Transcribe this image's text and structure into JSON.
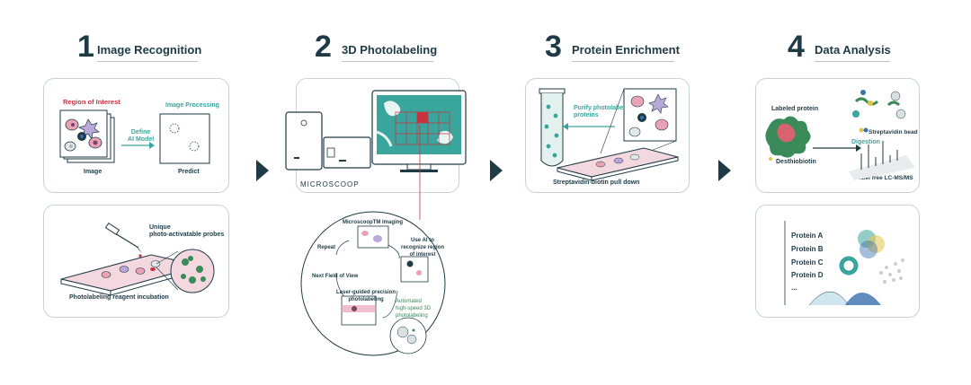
{
  "steps": [
    {
      "number": "1",
      "title": "Image Recognition"
    },
    {
      "number": "2",
      "title": "3D Photolabeling"
    },
    {
      "number": "3",
      "title": "Protein Enrichment"
    },
    {
      "number": "4",
      "title": "Data Analysis"
    }
  ],
  "step1": {
    "region_of_interest": "Region of Interest",
    "image_processing": "Image Processing",
    "define_ai_model": "Define\nAI Model",
    "image": "Image",
    "predict": "Predict",
    "probes": "Unique\nphoto-activatable probes",
    "incubation": "Photolabeling reagent incubation"
  },
  "step2": {
    "brand": "MICROSCOOP",
    "microscoop_imaging": "MicroscoopTM Imaging",
    "use_ai": "Use AI to\nrecognize region\nof interest",
    "repeat": "Repeat",
    "next_field": "Next Field of View",
    "laser_guided": "Laser-guided precision\nphotolabeling",
    "automated": "Automated\nhigh-speed 3D\nphotolabeling"
  },
  "step3": {
    "purify": "Purify photolabeled\nproteins",
    "pulldown": "Streptavidin-biotin pull down"
  },
  "step4": {
    "labeled_protein": "Labeled protein",
    "streptavidin_bead": "Streptavidin bead",
    "digestion": "Digestion",
    "desthiobiotin": "Desthiobiotin",
    "label_free": "Label free LC-MS/MS",
    "proteins": [
      "Protein A",
      "Protein B",
      "Protein C",
      "Protein D",
      "..."
    ]
  },
  "colors": {
    "navy": "#1d3a45",
    "teal": "#3aa59c",
    "red": "#c8333f",
    "pink": "#e9a2b4",
    "green": "#3a8a5a"
  }
}
